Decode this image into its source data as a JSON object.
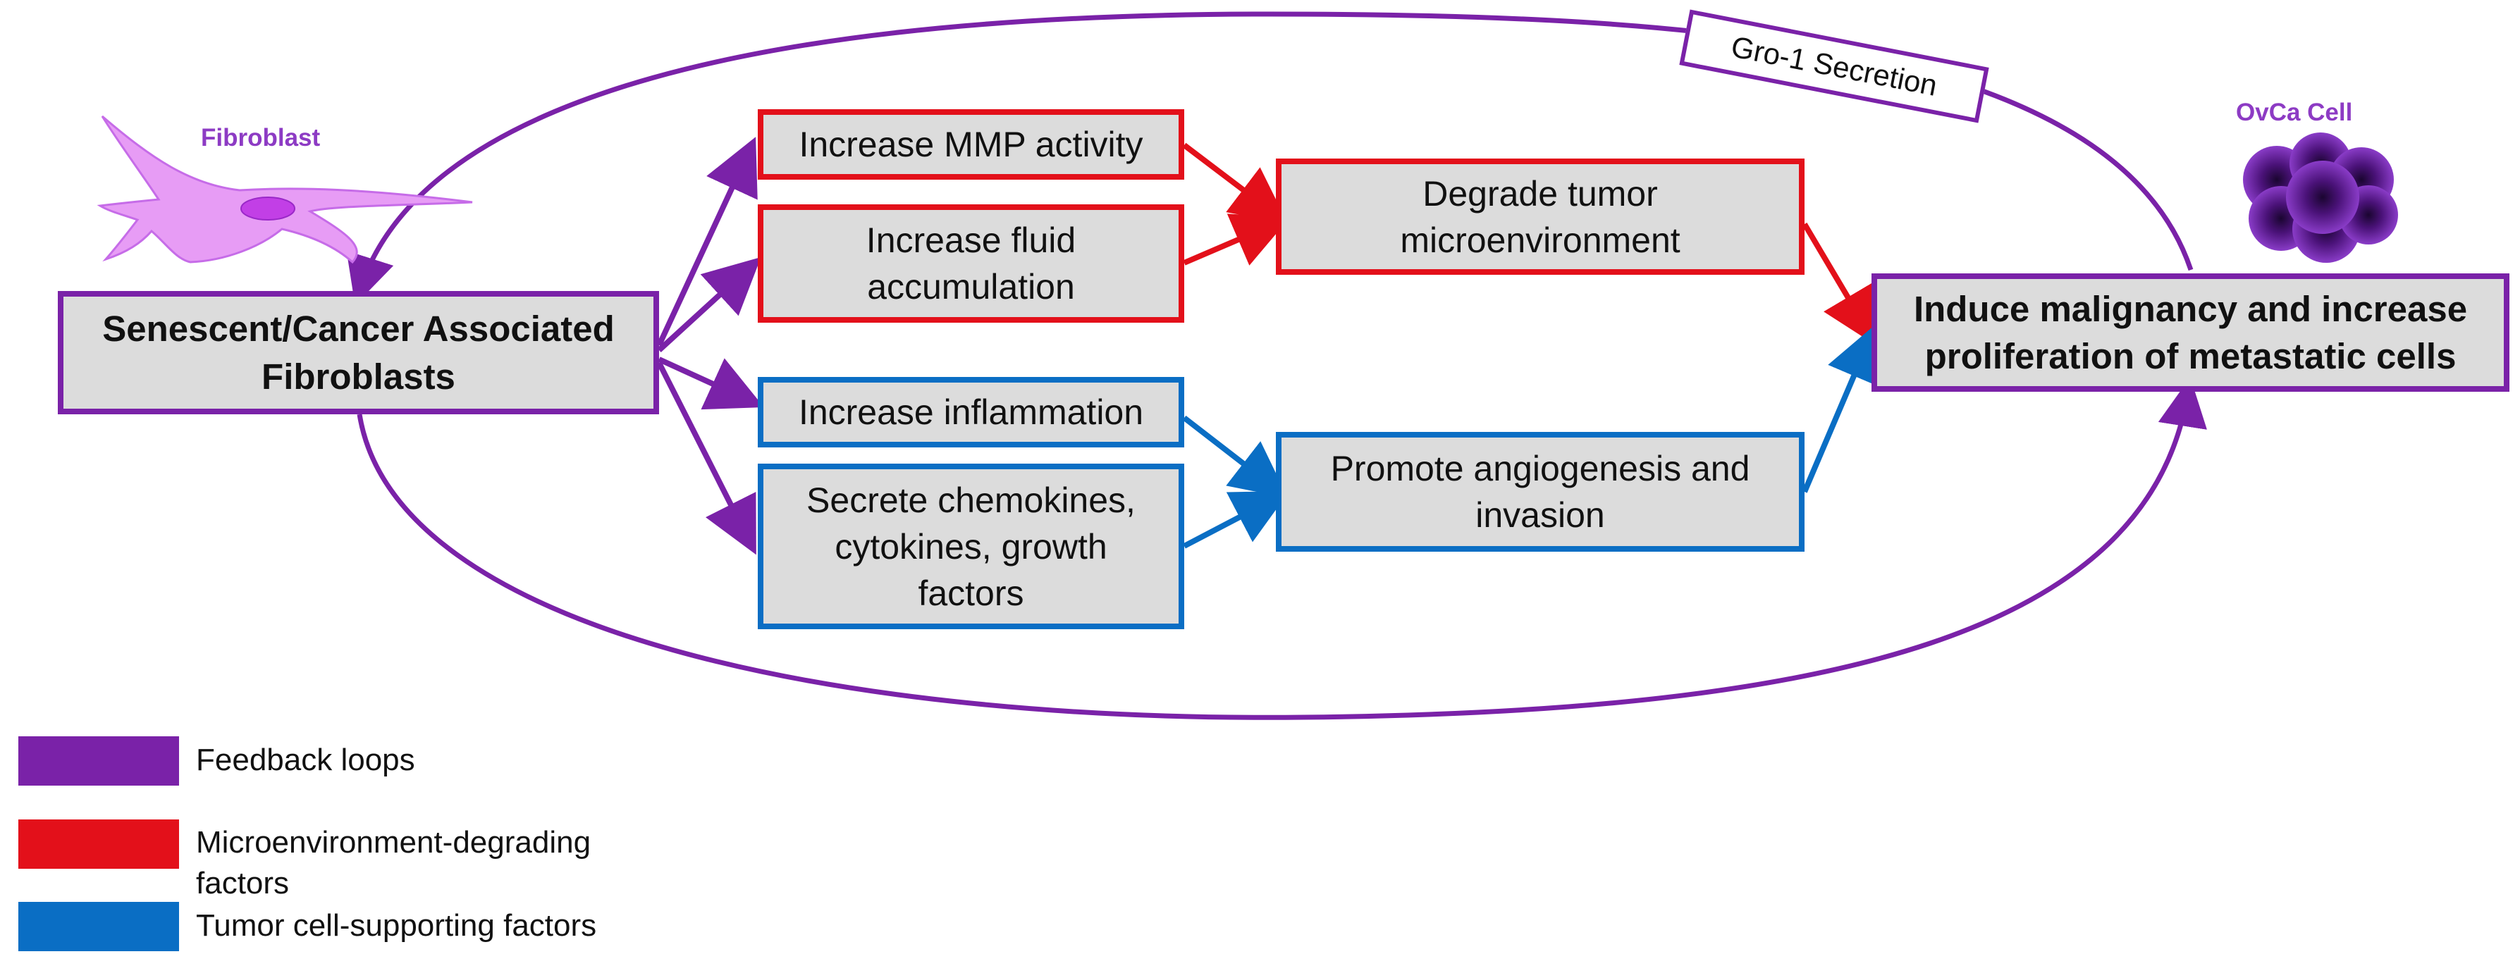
{
  "colors": {
    "purple": "#7a22a8",
    "red": "#e3101a",
    "blue": "#0a6ec4",
    "box_fill": "#dcdcdc",
    "cell_pink": "#e79cf5",
    "cell_dark": "#5a1a8a"
  },
  "labels": {
    "fibroblast": "Fibroblast",
    "ovca": "OvCa Cell",
    "gro1": "Gro-1 Secretion"
  },
  "nodes": {
    "source": [
      "Senescent/Cancer Associated",
      "Fibroblasts"
    ],
    "mmp": [
      "Increase MMP activity"
    ],
    "fluid": [
      "Increase fluid",
      "accumulation"
    ],
    "inflam": [
      "Increase inflammation"
    ],
    "chemo": [
      "Secrete chemokines,",
      "cytokines, growth",
      "factors"
    ],
    "degrade": [
      "Degrade tumor",
      "microenvironment"
    ],
    "angio": [
      "Promote angiogenesis and",
      "invasion"
    ],
    "target": [
      "Induce malignancy and increase",
      "proliferation of metastatic cells"
    ]
  },
  "legend": [
    {
      "label": "Feedback loops",
      "color": "purple"
    },
    {
      "label": "Microenvironment-degrading factors",
      "color": "red"
    },
    {
      "label": "Tumor cell-supporting factors",
      "color": "blue"
    }
  ],
  "icons": {
    "fibroblast": "fibroblast-cell-icon",
    "ovca": "ovarian-cancer-cell-icon"
  }
}
